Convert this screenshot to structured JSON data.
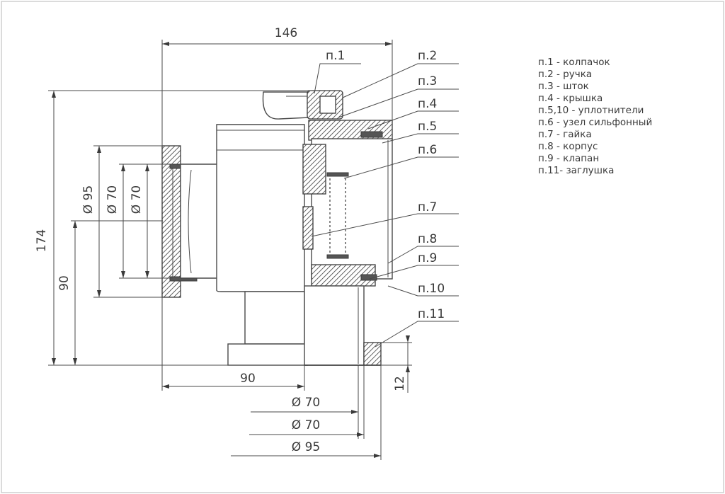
{
  "dimensions": {
    "top_width": "146",
    "total_height": "174",
    "axis_height": "90",
    "bottom_offset": "90",
    "flange_height": "12",
    "left_d95": "Ø 95",
    "left_d70_outer": "Ø 70",
    "left_d70_inner": "Ø 70",
    "bottom_d70_a": "Ø 70",
    "bottom_d70_b": "Ø 70",
    "bottom_d95": "Ø 95"
  },
  "callouts": [
    "п.1",
    "п.2",
    "п.3",
    "п.4",
    "п.5",
    "п.6",
    "п.7",
    "п.8",
    "п.9",
    "п.10",
    "п.11"
  ],
  "legend": [
    "п.1 - колпачок",
    "п.2 - ручка",
    "п.3 - шток",
    "п.4 - крышка",
    "п.5,10 - уплотнители",
    "п.6 - узел сильфонный",
    "п.7 - гайка",
    "п.8 - корпус",
    "п.9 - клапан",
    "п.11- заглушка"
  ]
}
